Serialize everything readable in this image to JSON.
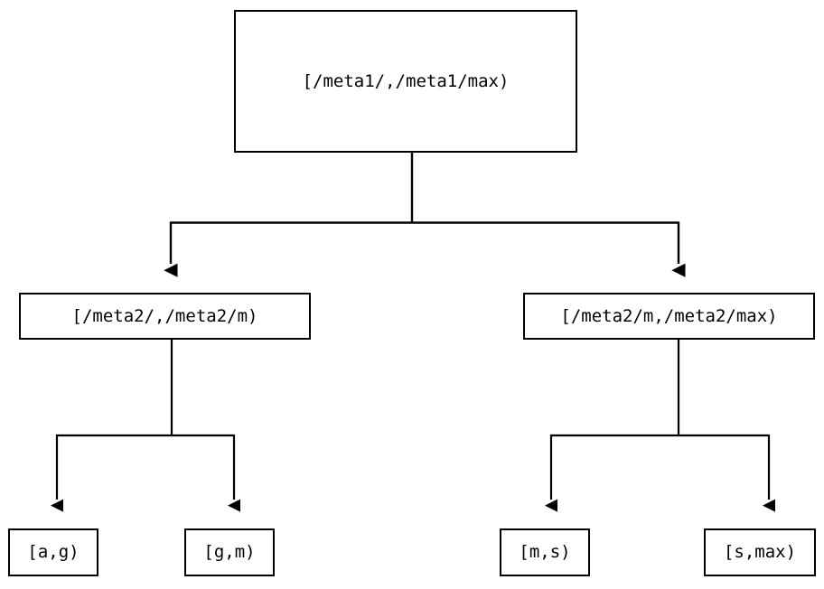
{
  "diagram": {
    "type": "tree",
    "title": "",
    "background_color": "#ffffff",
    "line_color": "#000000",
    "node_fill_color": "#ffffff",
    "node_border_color": "#000000",
    "text_color": "#000000",
    "nodes": {
      "root": {
        "label": "[/meta1/,/meta1/max)",
        "level": 0
      },
      "mid_left": {
        "label": "[/meta2/,/meta2/m)",
        "level": 1
      },
      "mid_right": {
        "label": "[/meta2/m,/meta2/max)",
        "level": 1
      },
      "leaf_ag": {
        "label": "[a,g)",
        "level": 2
      },
      "leaf_gm": {
        "label": "[g,m)",
        "level": 2
      },
      "leaf_ms": {
        "label": "[m,s)",
        "level": 2
      },
      "leaf_smax": {
        "label": "[s,max)",
        "level": 2
      }
    },
    "edges": [
      {
        "from": "root",
        "to": "mid_left",
        "arrow": "triangle"
      },
      {
        "from": "root",
        "to": "mid_right",
        "arrow": "triangle"
      },
      {
        "from": "mid_left",
        "to": "leaf_ag",
        "arrow": "triangle"
      },
      {
        "from": "mid_left",
        "to": "leaf_gm",
        "arrow": "triangle"
      },
      {
        "from": "mid_right",
        "to": "leaf_ms",
        "arrow": "triangle"
      },
      {
        "from": "mid_right",
        "to": "leaf_smax",
        "arrow": "triangle"
      }
    ]
  }
}
